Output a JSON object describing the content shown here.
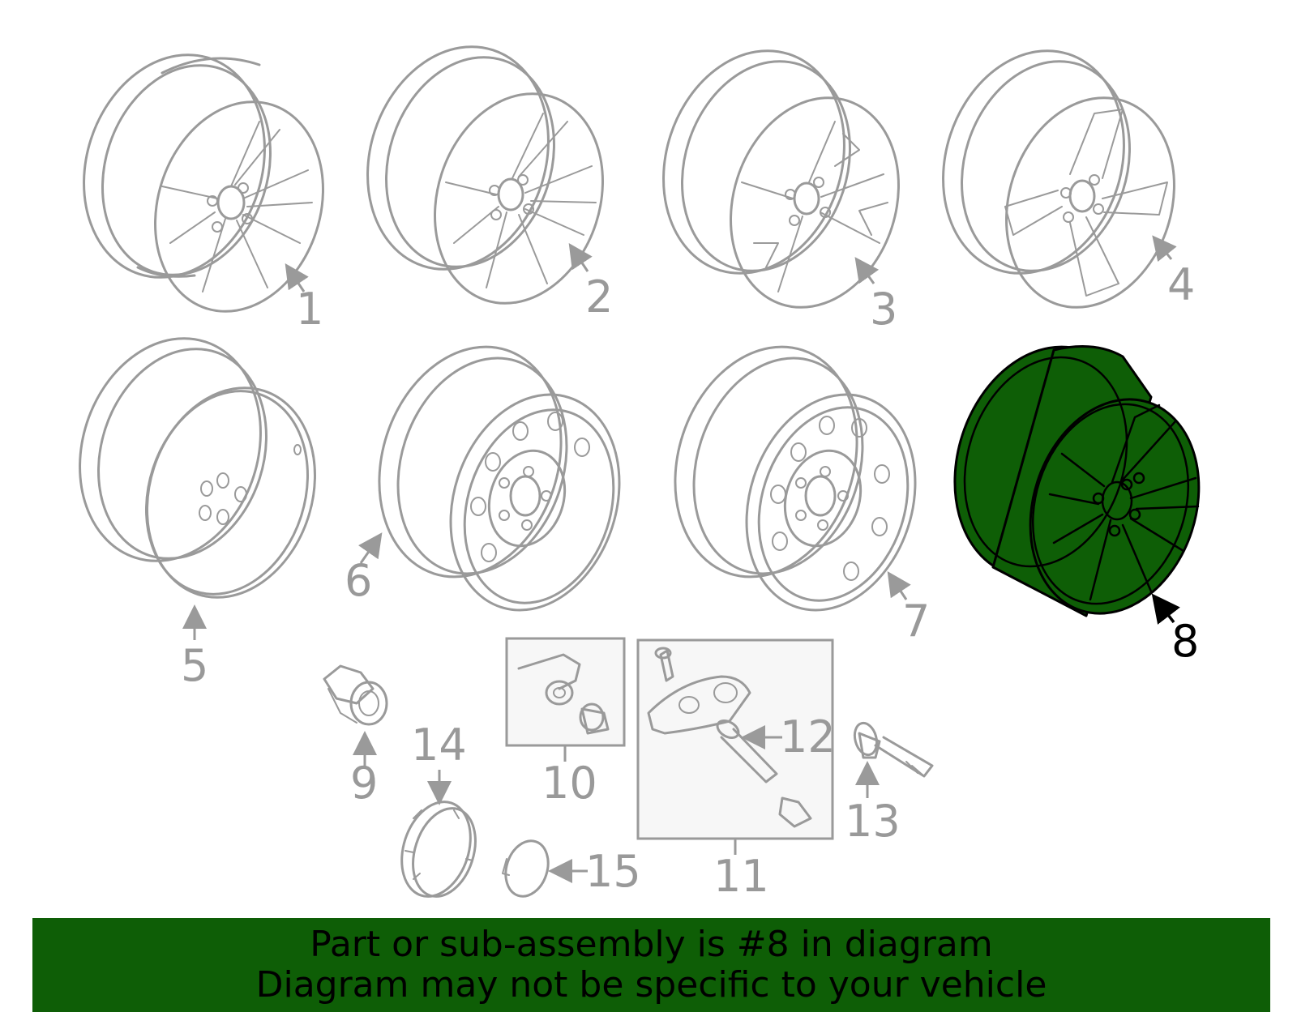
{
  "callouts": [
    {
      "num": "1"
    },
    {
      "num": "2"
    },
    {
      "num": "3"
    },
    {
      "num": "4"
    },
    {
      "num": "5"
    },
    {
      "num": "6"
    },
    {
      "num": "7"
    },
    {
      "num": "8"
    },
    {
      "num": "9"
    },
    {
      "num": "10"
    },
    {
      "num": "11"
    },
    {
      "num": "12"
    },
    {
      "num": "13"
    },
    {
      "num": "14"
    },
    {
      "num": "15"
    }
  ],
  "highlighted_part": "8",
  "colors": {
    "highlight": "#0e5e06",
    "line": "#9a9a9a",
    "banner": "#0e5e06"
  },
  "banner": {
    "line1": "Part or sub-assembly is #8 in diagram",
    "line2": "Diagram may not be specific to your vehicle"
  }
}
